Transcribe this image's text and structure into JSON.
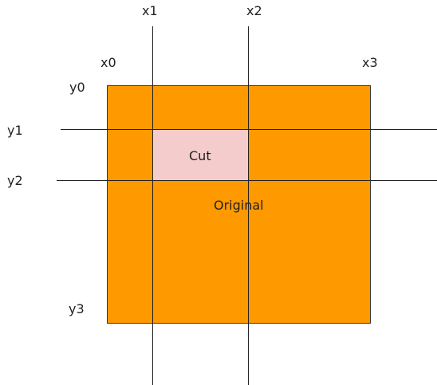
{
  "colors": {
    "original_fill": "#ff9900",
    "cut_fill": "#f4cccc",
    "line": "#222222",
    "text": "#222222"
  },
  "labels": {
    "x0": "x0",
    "x1": "x1",
    "x2": "x2",
    "x3": "x3",
    "y0": "y0",
    "y1": "y1",
    "y2": "y2",
    "y3": "y3",
    "cut": "Cut",
    "original": "Original"
  }
}
